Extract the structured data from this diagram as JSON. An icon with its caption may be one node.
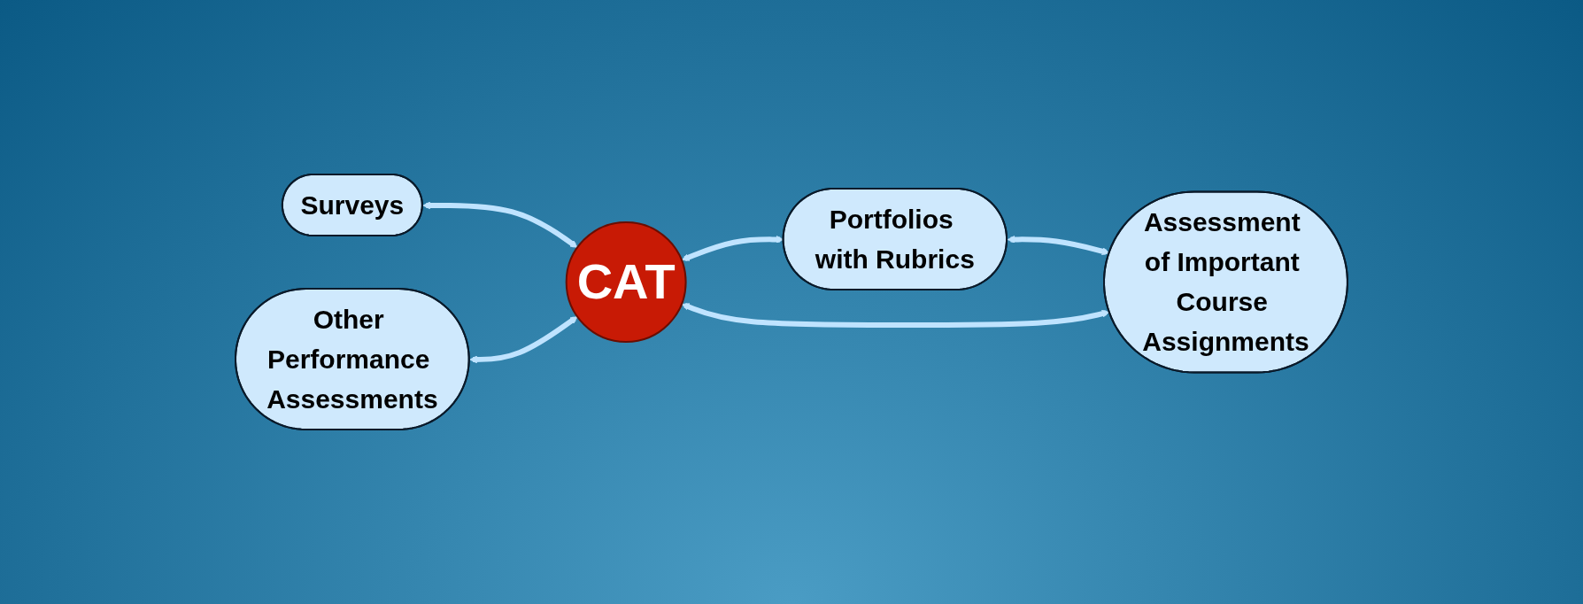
{
  "diagram": {
    "nodes": [
      {
        "text": [
          "Surveys"
        ]
      },
      {
        "text": [
          "Portfolios with Rubrics"
        ]
      },
      {
        "text": [
          "CAT"
        ]
      },
      {
        "text": [
          "Other Performance Assessments"
        ]
      },
      {
        "text": [
          "Assessment of Important Course Assignments"
        ]
      }
    ],
    "edges": [
      {
        "from": 0,
        "to": 2,
        "arrow": "both"
      },
      {
        "from": 2,
        "to": 1,
        "arrow": "both"
      },
      {
        "from": 1,
        "to": 4,
        "arrow": "both"
      },
      {
        "from": 3,
        "to": 2,
        "arrow": "both"
      },
      {
        "from": 2,
        "to": 4,
        "arrow": "both"
      }
    ]
  }
}
